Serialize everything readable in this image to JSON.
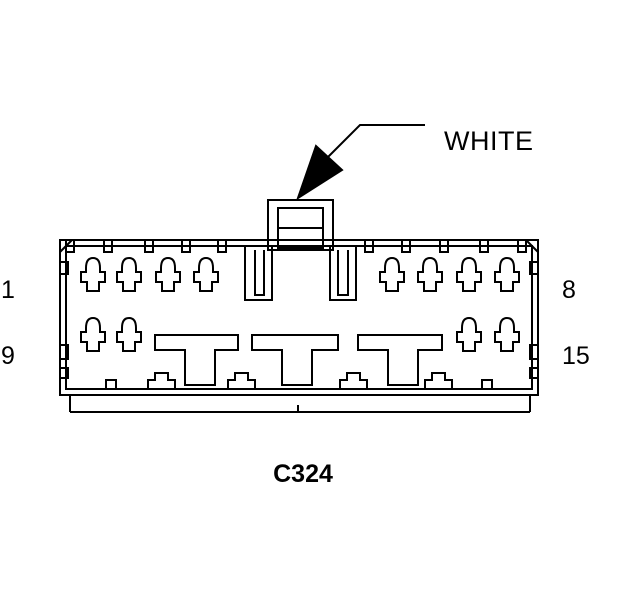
{
  "color_label": "WHITE",
  "connector_id": "C324",
  "pin_labels": {
    "top_left": "1",
    "top_right": "8",
    "bottom_left": "9",
    "bottom_right": "15"
  },
  "colors": {
    "stroke": "#000000",
    "background": "#ffffff"
  }
}
